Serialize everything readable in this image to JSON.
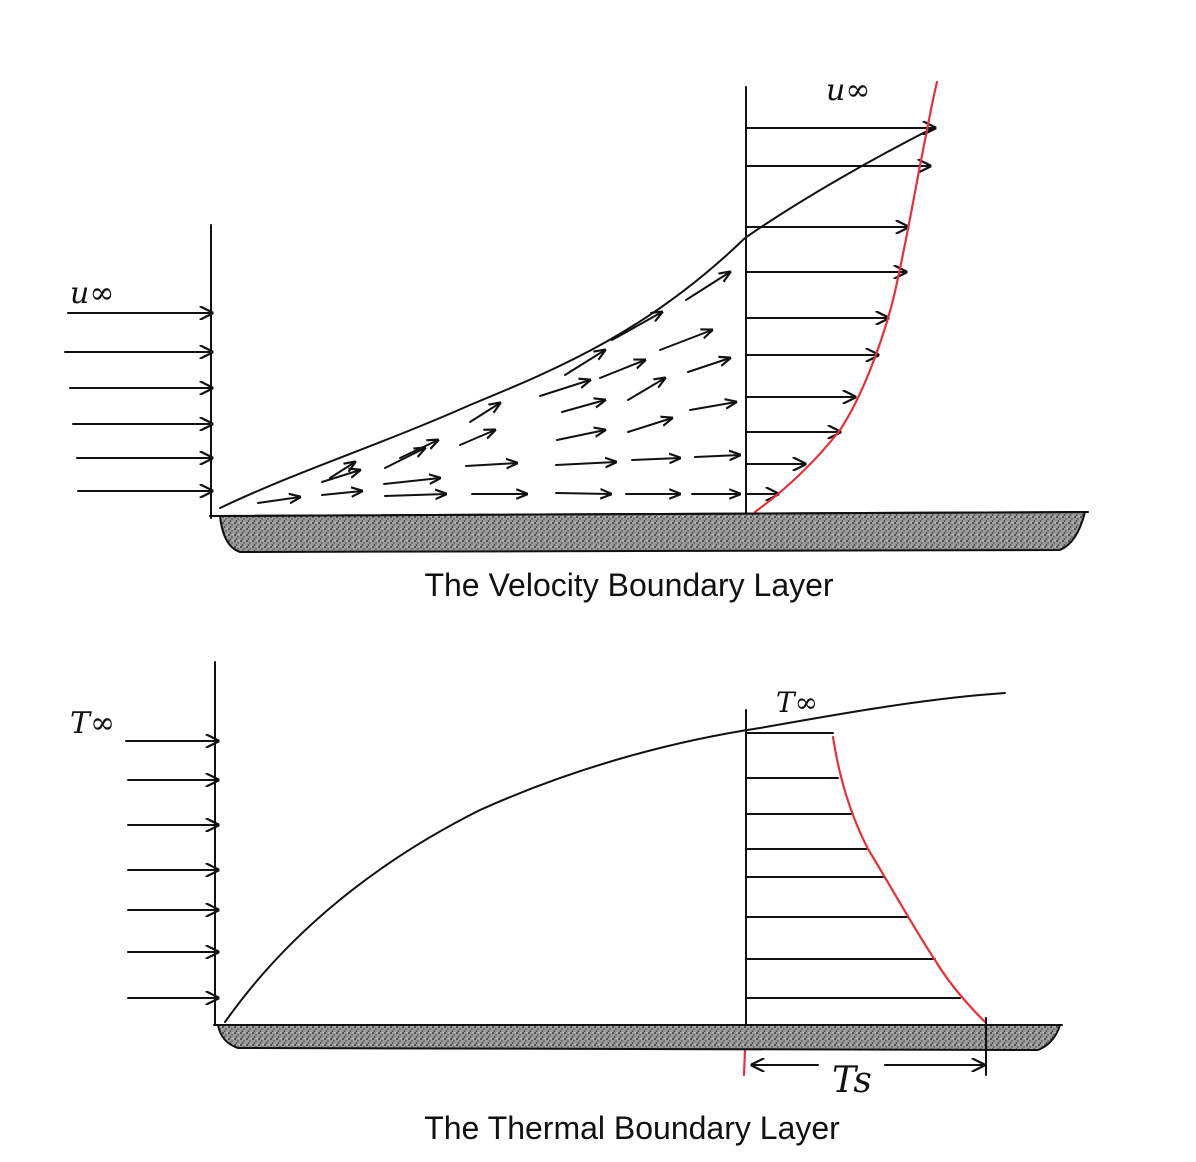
{
  "velocity_panel": {
    "caption": "The Velocity Boundary Layer",
    "freestream_label_left": "u∞",
    "freestream_label_right": "u∞"
  },
  "thermal_panel": {
    "caption": "The Thermal Boundary Layer",
    "freestream_label_left": "T∞",
    "freestream_label_right": "T∞",
    "surface_label": "Ts"
  },
  "colors": {
    "ink": "#111111",
    "profile_red": "#e8303a",
    "plate_fill": "#7a7a7a"
  }
}
